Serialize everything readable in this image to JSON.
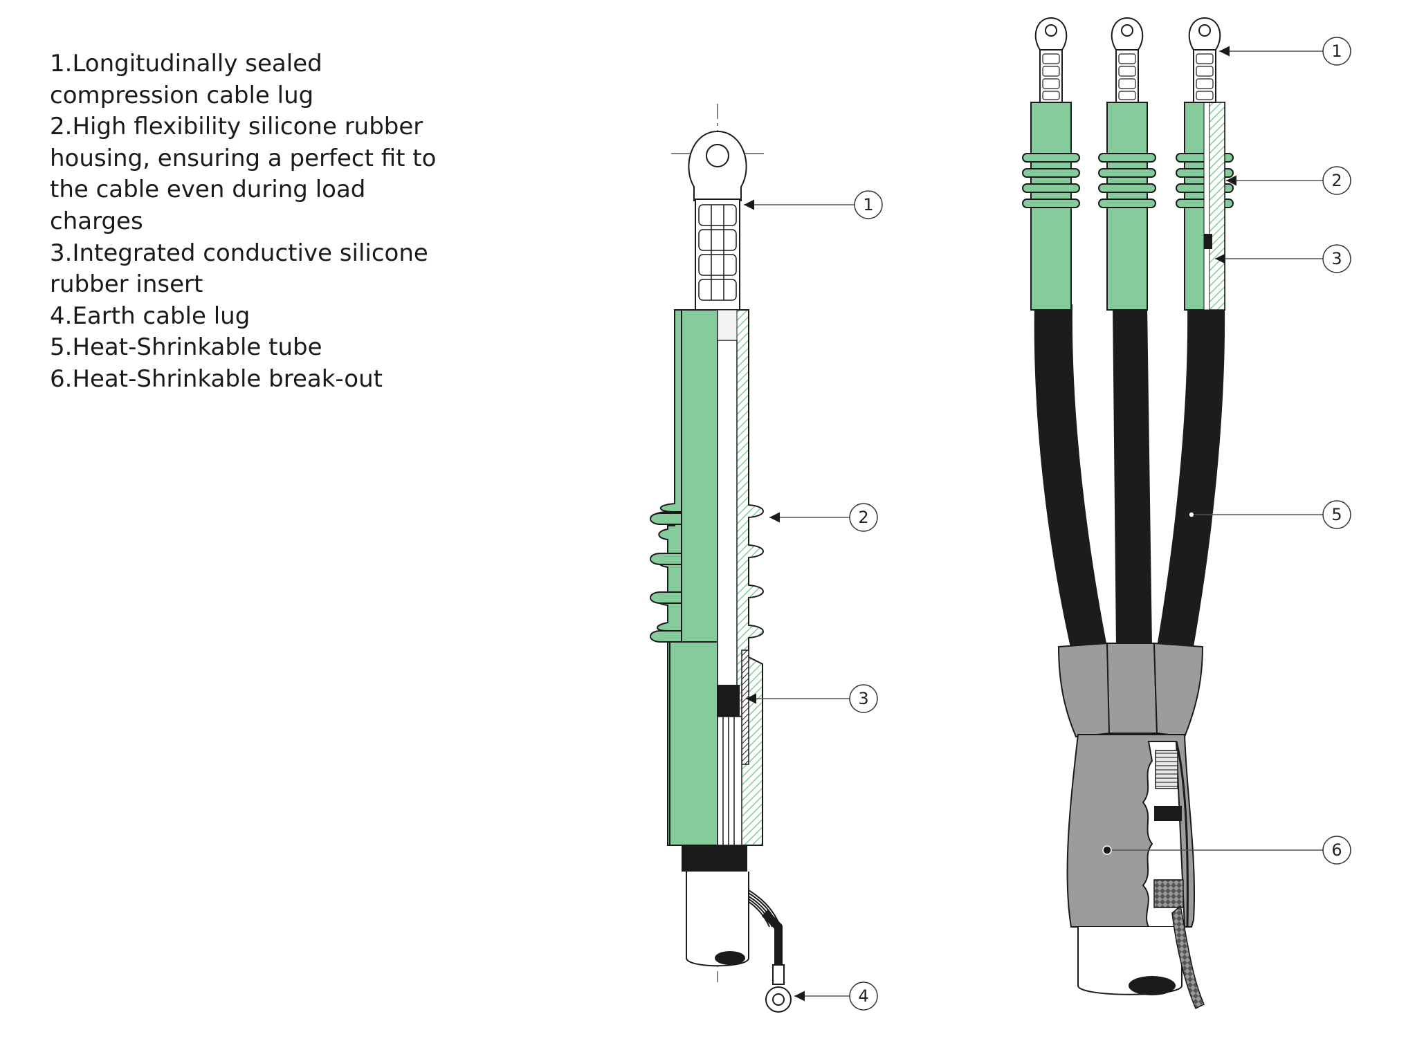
{
  "legend": {
    "items": [
      "1.Longitudinally sealed compression cable lug",
      "2.High flexibility silicone rubber housing, ensuring a perfect fit to the cable even during load charges",
      "3.Integrated conductive silicone rubber insert",
      "4.Earth cable lug",
      "5.Heat-Shrinkable tube",
      "6.Heat-Shrinkable break-out"
    ]
  },
  "callouts": {
    "single": [
      "1",
      "2",
      "3",
      "4"
    ],
    "triple": [
      "1",
      "2",
      "3",
      "5",
      "6"
    ]
  },
  "colors": {
    "silicone_green": "#86CB9B",
    "tube_black": "#1c1c1c",
    "breakout_grey": "#9c9c9e",
    "outline": "#1a1a1a"
  }
}
